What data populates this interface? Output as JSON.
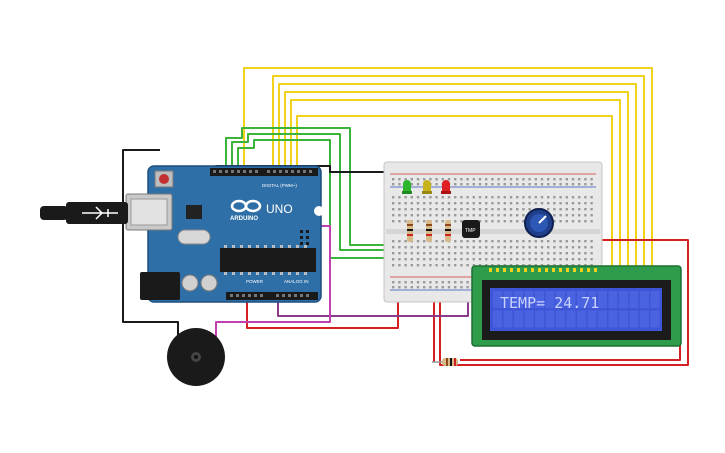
{
  "arduino": {
    "brand": "ARDUINO",
    "model": "UNO",
    "digital_label": "DIGITAL (PWM~)",
    "power_label": "POWER",
    "analog_label": "ANALOG IN",
    "icon": "infinity-logo-icon",
    "board_color": "#2f6fa8"
  },
  "lcd": {
    "line1": "TEMP= 24.71",
    "screen_color": "#3d55d6",
    "text_color": "#c9d2ff",
    "body_color": "#2e9c4a"
  },
  "sensor": {
    "label": "TMP"
  },
  "leds": [
    {
      "color": "green",
      "hex": "#2cb52c"
    },
    {
      "color": "yellow",
      "hex": "#c8b21c"
    },
    {
      "color": "red",
      "hex": "#e02020"
    }
  ],
  "components": {
    "potentiometer_icon": "potentiometer-icon",
    "buzzer_icon": "piezo-buzzer-icon",
    "usb_icon": "usb-plug-icon"
  },
  "wire_colors": {
    "yellow": "#f2d21b",
    "green": "#3cb43c",
    "red": "#d42020",
    "purple": "#8a3c8a",
    "magenta": "#c040b0",
    "black": "#1a1a1a"
  }
}
